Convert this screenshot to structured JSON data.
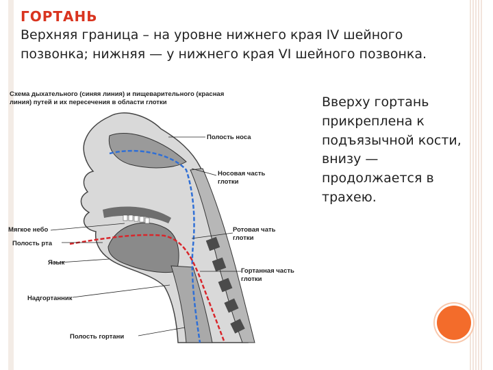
{
  "slide": {
    "title": "ГОРТАНЬ",
    "subtitle": "Верхняя граница – на уровне нижнего края IV шейного позвонка; нижняя — у нижнего края VI шейного позвонка.",
    "side_text": "Вверху гортань прикреплена к подъязычной кости, внизу — продолжается в трахею."
  },
  "figure": {
    "caption_line1": "Схема дыхательного (синяя линия) и пищеварительного (красная",
    "caption_line2": "линия) путей и их пересечения в области глотки",
    "labels": {
      "nasal_cavity": "Полость носа",
      "nasopharynx_1": "Носовая часть",
      "nasopharynx_2": "глотки",
      "soft_palate": "Мягкое небо",
      "oral_cavity": "Полость рта",
      "oropharynx_1": "Ротовая чать",
      "oropharynx_2": "глотки",
      "tongue": "Язык",
      "laryngopharynx_1": "Гортанная часть",
      "laryngopharynx_2": "глотки",
      "epiglottis": "Надгортанник",
      "larynx_cavity": "Полость гортани"
    },
    "colors": {
      "respiratory_path": "#2f6fd6",
      "digestive_path": "#d8262b",
      "tissue": "#8c8c8c",
      "bone": "#5d5d5d"
    }
  },
  "colors": {
    "title": "#d9341f",
    "accent_circle": "#f36c2b"
  }
}
